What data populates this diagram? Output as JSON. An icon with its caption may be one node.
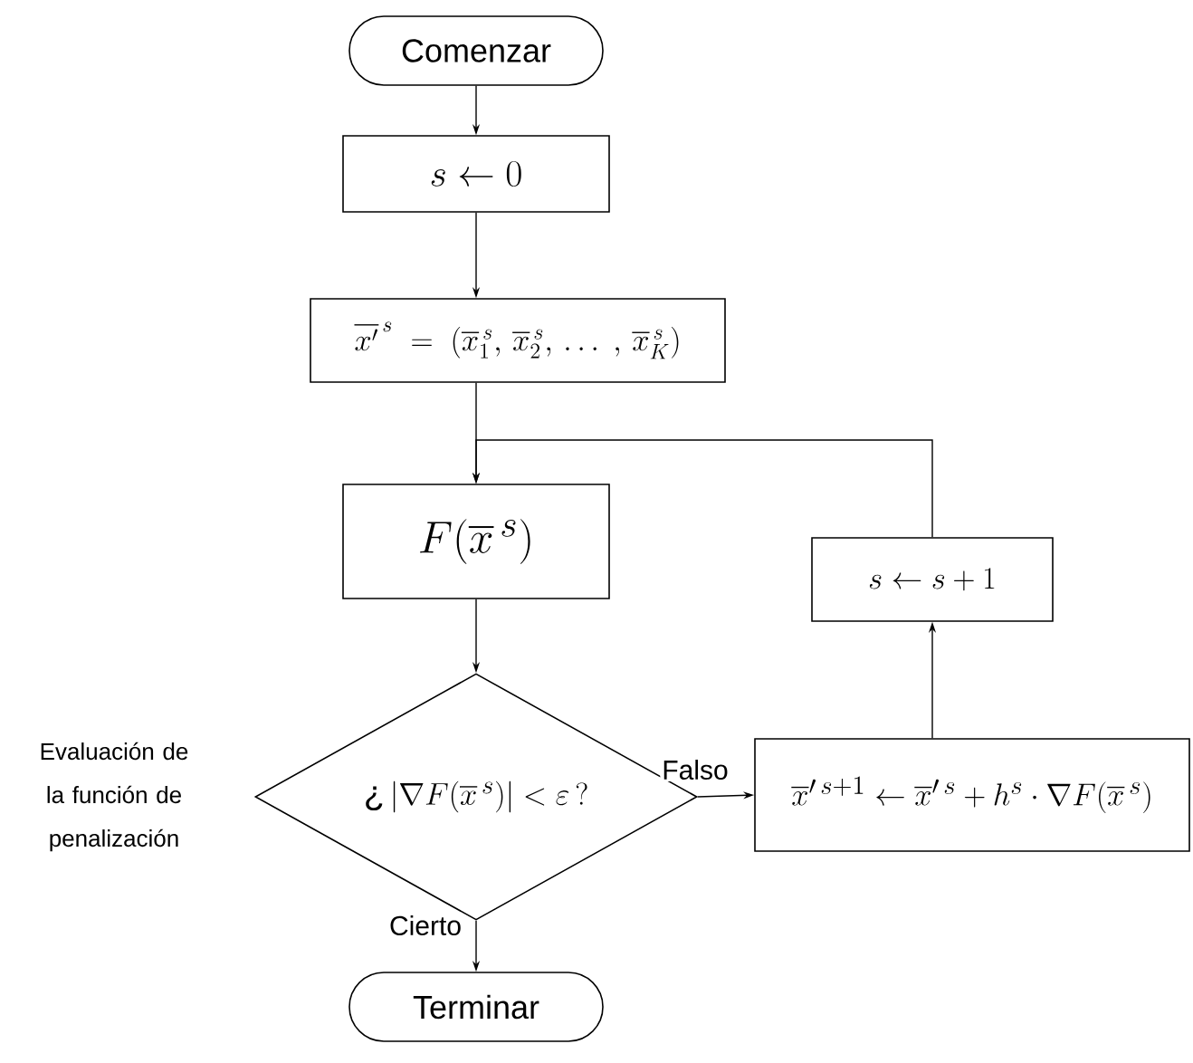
{
  "diagram": {
    "nodes": [
      {
        "text": [
          "Comenzar"
        ]
      },
      {
        "text": [
          "s \\leftarrow 0"
        ]
      },
      {
        "text": [
          "\\overline{x'}^{\\,s} \\;=\\; \\left(\\overline{x}_1^{\\,s},\\, \\overline{x}_2^{\\,s},\\, \\ldots\\;,\\, \\overline{x}_K^{\\,s}\\right)"
        ]
      },
      {
        "text": [
          "F(\\overline{x}^{\\,s})"
        ]
      },
      {
        "text": [
          "\\text{¿}\\left|\\nabla F(\\overline{x}^{\\,s})\\right| < \\varepsilon\\,?"
        ],
        "beside": [
          "Evaluación de la función de penalización"
        ]
      },
      {
        "text": [
          "\\overline{x}'^{\\,s+1} \\leftarrow \\overline{x}'^{\\,s} + h^{s}\\cdot\\nabla F(\\overline{x}^{\\,s})"
        ]
      },
      {
        "text": [
          "s \\leftarrow s+1"
        ]
      },
      {
        "text": [
          "Terminar"
        ]
      }
    ],
    "edges": [
      {
        "from": 0,
        "to": 1,
        "arrow": "to"
      },
      {
        "from": 1,
        "to": 2,
        "arrow": "to"
      },
      {
        "from": 2,
        "to": 3,
        "arrow": "to"
      },
      {
        "from": 3,
        "to": 4,
        "arrow": "to"
      },
      {
        "from": 4,
        "to": 5,
        "arrow": "to",
        "label": "Falso"
      },
      {
        "from": 5,
        "to": 6,
        "arrow": "to"
      },
      {
        "from": 6,
        "to": 3,
        "arrow": "to"
      },
      {
        "from": 4,
        "to": 7,
        "arrow": "to",
        "label": "Cierto"
      }
    ]
  }
}
